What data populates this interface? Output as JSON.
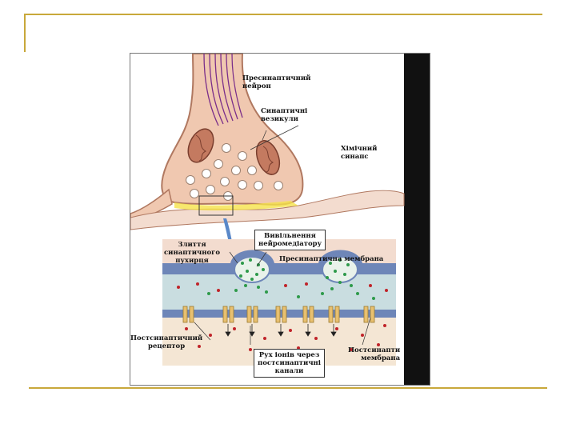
{
  "slide": {
    "frame_color": "#c8a83a"
  },
  "diagram": {
    "labels": {
      "presynaptic_neuron": "Пресинаптичний\nнейрон",
      "synaptic_vesicles": "Синаптичні\nвезикули",
      "chemical_synapse": "Хімічний\nсинапс",
      "vesicle_fusion": "Злиття\nсинаптичного\nпухирця",
      "neurotransmitter_release": "Вивільнення\nнейромедіатору",
      "presynaptic_membrane": "Пресинаптична мембрана",
      "postsynaptic_receptor": "Постсинаптичний\nрецептор",
      "ion_flow": "Рух іонів через\nпостсинаптичні\nканали",
      "postsynaptic_membrane": "Постсинапти\nмембрана"
    },
    "colors": {
      "neuron_fill": "#f0c8b0",
      "neuron_stroke": "#b07860",
      "microtubules": "#7a2e8a",
      "mitochondria": "#b86a50",
      "membrane_blue": "#6e86b8",
      "cleft_teal": "#c9dde0",
      "neurotransmitter": "#2e9a4a",
      "ions": "#c0242a",
      "receptor": "#e8c070",
      "arrow_blue": "#5a88c8"
    }
  }
}
